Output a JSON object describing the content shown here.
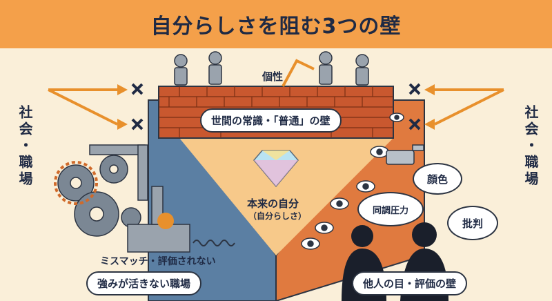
{
  "title": "自分らしさを阻む3つの壁",
  "side_left": "社会・職場",
  "side_right": "社会・職場",
  "kosei_label": "個性",
  "wall_top_label": "世間の常識・「普通」の壁",
  "center_label_main": "本来の自分",
  "center_label_sub": "（自分らしさ）",
  "left_small_label": "ミスマッチ・評価されない",
  "left_wall_label": "強みが活きない職場",
  "right_wall_label": "他人の目・評価の壁",
  "bubbles": {
    "peer_pressure": "同調圧力",
    "face": "顔色",
    "criticism": "批判"
  },
  "colors": {
    "header": "#f4a04a",
    "background": "#faefd9",
    "brick": "#c9582f",
    "wall_blue": "#5b7fa3",
    "wall_orange": "#e07a3f",
    "text": "#1f2a44"
  }
}
